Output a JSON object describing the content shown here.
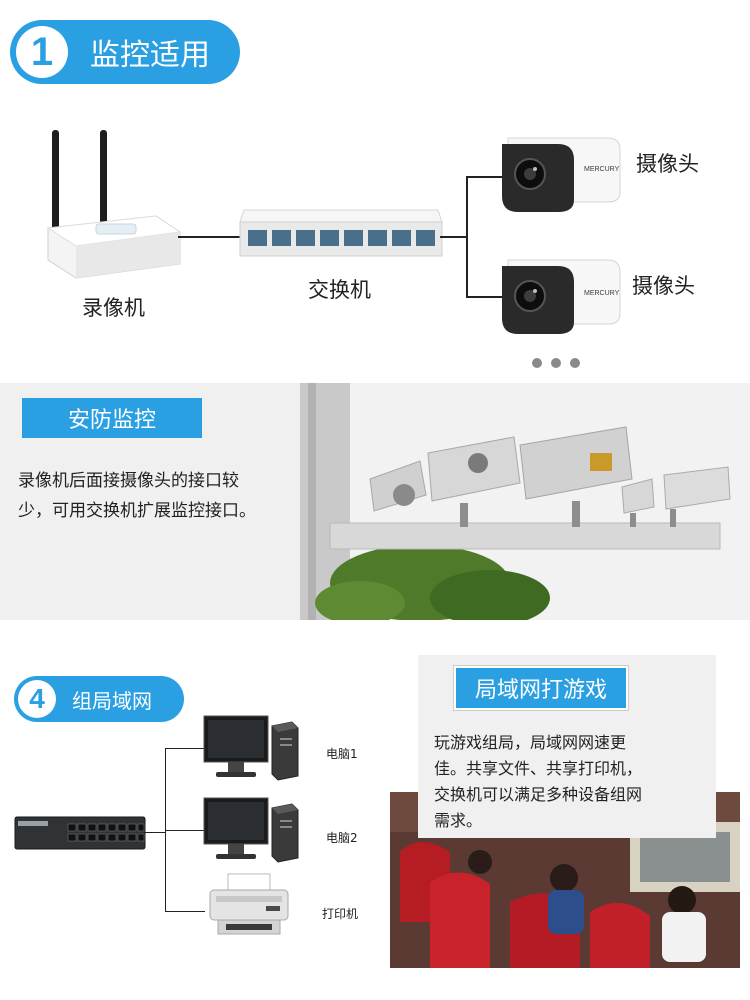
{
  "section1": {
    "number": "1",
    "title": "监控适用"
  },
  "diagram1": {
    "recorder_label": "录像机",
    "switch_label": "交换机",
    "camera1_label": "摄像头",
    "camera2_label": "摄像头",
    "brand_text": "MERCURY"
  },
  "security": {
    "tag": "安防监控",
    "description_line1": "录像机后面接摄像头的接口较",
    "description_line2": "少，可用交换机扩展监控接口。"
  },
  "section4": {
    "number": "4",
    "title": "组局域网"
  },
  "diagram4": {
    "pc1_label": "电脑1",
    "pc2_label": "电脑2",
    "printer_label": "打印机"
  },
  "gaming": {
    "tag": "局域网打游戏",
    "description_line1": "玩游戏组局，局域网网速更",
    "description_line2": "佳。共享文件、共享打印机，",
    "description_line3": "交换机可以满足多种设备组网",
    "description_line4": "需求。"
  },
  "colors": {
    "accent": "#2aa0e3",
    "panel": "#f0f0f0"
  }
}
